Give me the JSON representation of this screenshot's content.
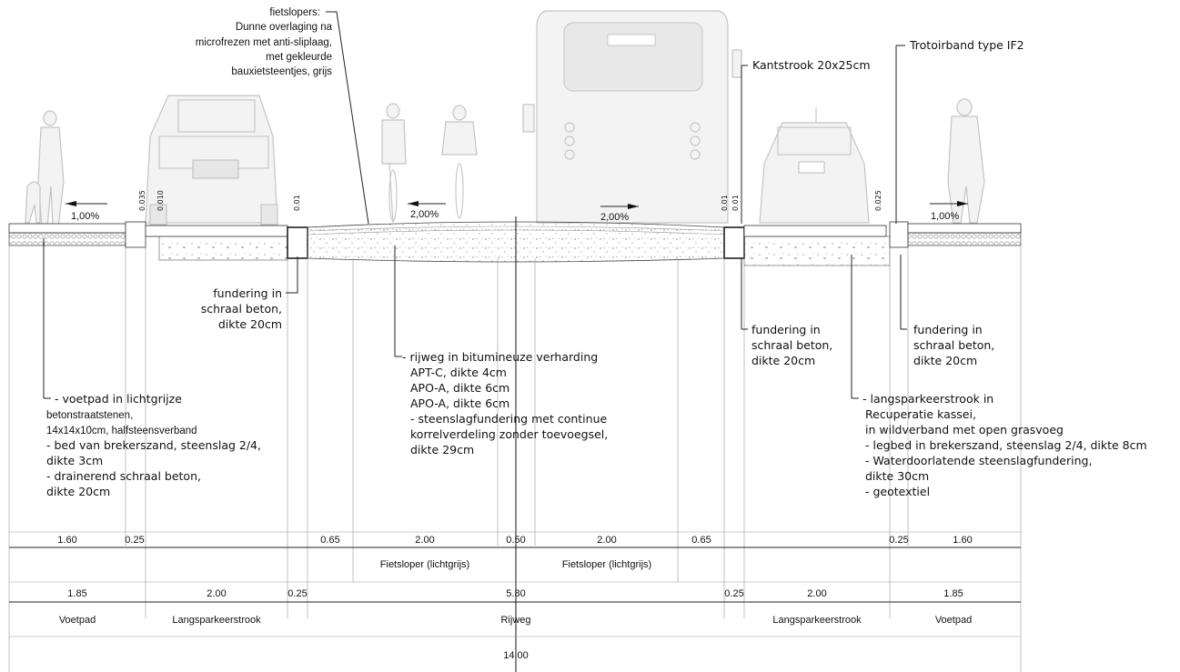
{
  "annotations": {
    "fietslopers": [
      "fietslopers:",
      "Dunne overlaging na",
      "microfrezen met anti-sliplaag,",
      "met gekleurde",
      "bauxietsteentjes, grijs"
    ],
    "kantstrook": "Kantstrook 20x25cm",
    "trotoirband": "Trotoirband type IF2",
    "fundering_left": [
      "fundering in",
      "schraal beton,",
      "dikte 20cm"
    ],
    "fundering_mid_right": [
      "fundering in",
      "schraal beton,",
      "dikte 20cm"
    ],
    "fundering_far_right": [
      "fundering in",
      "schraal beton,",
      "dikte 20cm"
    ],
    "rijweg": [
      "- rijweg in bitumineuze verharding",
      "APT-C, dikte 4cm",
      "APO-A, dikte 6cm",
      "APO-A, dikte 6cm",
      "- steenslagfundering met continue",
      "korrelverdeling zonder toevoegsel,",
      "dikte 29cm"
    ],
    "voetpad": [
      "- voetpad in lichtgrijze",
      "betonstraatstenen,",
      "14x14x10cm, halfsteensverband",
      "- bed van brekerszand, steenslag 2/4,",
      "dikte 3cm",
      "- drainerend schraal beton,",
      "dikte 20cm"
    ],
    "langsparkeer": [
      "- langsparkeerstrook in",
      "Recuperatie kassei,",
      "in wildverband met open grasvoeg",
      "- legbed in brekerszand, steenslag 2/4, dikte 8cm",
      "- Waterdoorlatende steenslagfundering,",
      "dikte 30cm",
      "- geotextiel"
    ]
  },
  "slopes": {
    "left": "1,00%",
    "mid_left": "2,00%",
    "mid_right": "2,00%",
    "right": "1,00%"
  },
  "small_dims": {
    "d1": "0.035",
    "d2": "0.010",
    "d3": "0.01",
    "d4": "0.01",
    "d5": "0.01",
    "d6": "0.025"
  },
  "dimension_rows": {
    "row1": [
      "1.60",
      "0.25",
      "0.65",
      "2.00",
      "0.50",
      "2.00",
      "0.65",
      "0.25",
      "1.60"
    ],
    "row2": [
      "Fietsloper (lichtgrijs)",
      "Fietsloper (lichtgrijs)"
    ],
    "row3": [
      "1.85",
      "2.00",
      "0.25",
      "5.80",
      "0.25",
      "2.00",
      "1.85"
    ],
    "row4": [
      "Voetpad",
      "Langsparkeerstrook",
      "Rijweg",
      "Langsparkeerstrook",
      "Voetpad"
    ],
    "total": "14.00"
  }
}
